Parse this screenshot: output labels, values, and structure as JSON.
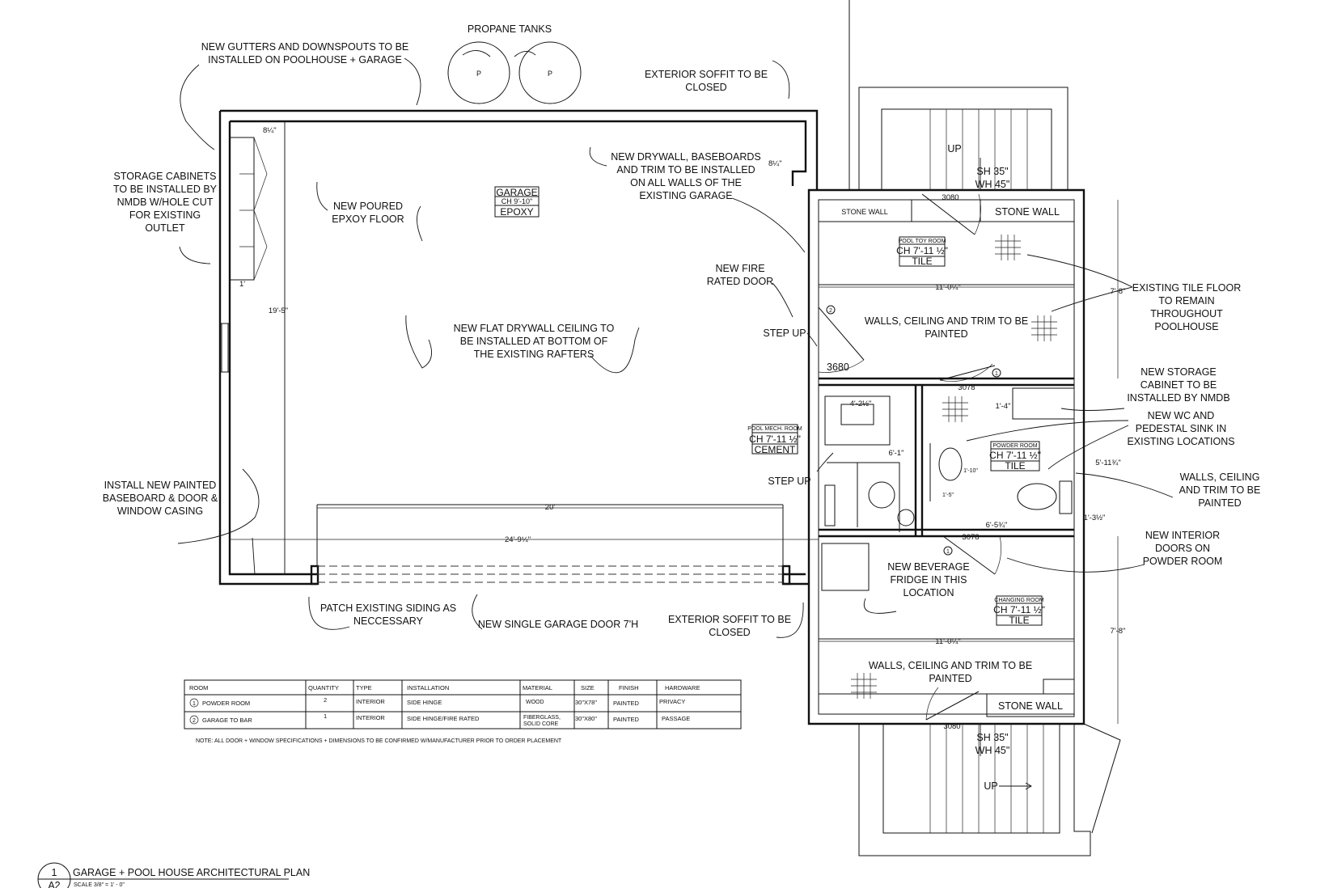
{
  "notes": {
    "gutters": [
      "NEW GUTTERS AND DOWNSPOUTS TO BE",
      "INSTALLED ON POOLHOUSE + GARAGE"
    ],
    "propane": "PROPANE TANKS",
    "propane_tank_label": "P",
    "soffit_top": [
      "EXTERIOR SOFFIT TO BE",
      "CLOSED"
    ],
    "storage_cabinets": [
      "STORAGE CABINETS",
      "TO BE INSTALLED BY",
      "NMDB W/HOLE CUT",
      "FOR EXISTING",
      "OUTLET"
    ],
    "poured_floor": [
      "NEW POURED",
      "EPXOY FLOOR"
    ],
    "drywall_garage": [
      "NEW DRYWALL, BASEBOARDS",
      "AND TRIM TO BE INSTALLED",
      "ON ALL WALLS OF THE",
      "EXISTING GARAGE"
    ],
    "fire_door": [
      "NEW FIRE",
      "RATED DOOR"
    ],
    "step_up": "STEP UP",
    "ceiling": [
      "NEW FLAT DRYWALL CEILING TO",
      "BE INSTALLED AT BOTTOM OF",
      "THE EXISTING RAFTERS"
    ],
    "baseboard": [
      "INSTALL NEW PAINTED",
      "BASEBOARD & DOOR &",
      "WINDOW CASING"
    ],
    "patch_siding": [
      "PATCH EXISTING SIDING AS",
      "NECCESSARY"
    ],
    "garage_door": "NEW SINGLE GARAGE DOOR 7'H",
    "soffit_bottom": [
      "EXTERIOR SOFFIT TO BE",
      "CLOSED"
    ],
    "walls_paint_1": [
      "WALLS, CEILING AND TRIM TO BE",
      "PAINTED"
    ],
    "walls_paint_2": [
      "WALLS, CEILING AND TRIM TO BE",
      "PAINTED"
    ],
    "tile_floor": [
      "EXISTING TILE FLOOR",
      "TO REMAIN",
      "THROUGHOUT",
      "POOLHOUSE"
    ],
    "storage_nmdb": [
      "NEW STORAGE",
      "CABINET TO BE",
      "INSTALLED BY NMDB"
    ],
    "wc_sink": [
      "NEW WC AND",
      "PEDESTAL SINK IN",
      "EXISTING LOCATIONS"
    ],
    "walls_ceiling_right": [
      "WALLS, CEILING",
      "AND TRIM TO BE",
      "PAINTED"
    ],
    "interior_doors": [
      "NEW INTERIOR",
      "DOORS ON",
      "POWDER ROOM"
    ],
    "fridge": [
      "NEW BEVERAGE",
      "FRIDGE IN THIS",
      "LOCATION"
    ],
    "stone_wall": "STONE WALL",
    "up": "UP",
    "sh": "SH 35\"",
    "wh": "WH 45\""
  },
  "rooms": {
    "garage": {
      "name": "GARAGE",
      "ch": "CH 9'-10\"",
      "floor": "EPOXY"
    },
    "pool_toy": {
      "name": "POOL TOY ROOM",
      "ch": "CH 7'-11 ½\"",
      "floor": "TILE"
    },
    "mech": {
      "name": "POOL MECH. ROOM",
      "ch": "CH 7'-11 ½\"",
      "floor": "CEMENT"
    },
    "powder": {
      "name": "POWDER ROOM",
      "ch": "CH 7'-11 ½\"",
      "floor": "TILE"
    },
    "changing": {
      "name": "CHANGING ROOM",
      "ch": "CH 7'-11 ½\"",
      "floor": "TILE"
    }
  },
  "doors": {
    "d3080_top": "3080",
    "d3078_top": "3078",
    "d3680": "3680",
    "d3078_bottom": "3078",
    "d3080_bottom": "3080",
    "mark1": "1",
    "mark2": "2"
  },
  "dimensions": {
    "d8_a": "8¼\"",
    "d8_b": "8¼\"",
    "one_ft": "1'",
    "h19": "19'-5\"",
    "w20": "20'",
    "w24": "24'-9¼\"",
    "w11_a": "11'-0¼\"",
    "w11_b": "11'-0¼\"",
    "h7_a": "7'-8\"",
    "h7_b": "7'-8\"",
    "d4_2": "4'-2½\"",
    "d6_1": "6'-1\"",
    "d1_4": "1'-4\"",
    "d5_11": "5'-11¾\"",
    "d1_3": "1'-3½\"",
    "d6_5": "6'-5¾\"",
    "d1_10": "1'-10\"",
    "d1_5": "1'-5\""
  },
  "door_schedule": {
    "headers": [
      "ROOM",
      "QUANTITY",
      "TYPE",
      "INSTALLATION",
      "MATERIAL",
      "SIZE",
      "FINISH",
      "HARDWARE"
    ],
    "rows": [
      {
        "mark": "1",
        "room": "POWDER ROOM",
        "quantity": "2",
        "type": "INTERIOR",
        "installation": "SIDE HINGE",
        "material": "WOOD",
        "material2": "",
        "size": "30\"X78\"",
        "finish": "PAINTED",
        "hardware": "PRIVACY"
      },
      {
        "mark": "2",
        "room": "GARAGE TO BAR",
        "quantity": "1",
        "type": "INTERIOR",
        "installation": "SIDE HINGE/FIRE RATED",
        "material": "FIBERGLASS,",
        "material2": "SOLID CORE",
        "size": "30\"X80\"",
        "finish": "PAINTED",
        "hardware": "PASSAGE"
      }
    ],
    "note": "NOTE: ALL DOOR + WINDOW SPECIFICATIONS + DIMENSIONS TO BE CONFIRMED W/MANUFACTURER PRIOR TO ORDER PLACEMENT"
  },
  "title_block": {
    "number": "1",
    "sheet": "A2",
    "title": "GARAGE + POOL HOUSE ARCHITECTURAL PLAN",
    "scale": "SCALE 3/8\" = 1' - 0\""
  }
}
